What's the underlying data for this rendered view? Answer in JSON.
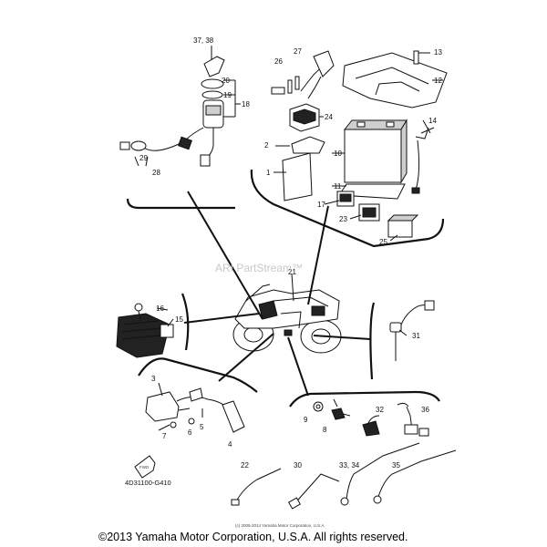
{
  "watermark": "ARI PartStream™",
  "part_code": "4D31100-G410",
  "fwd_label": "FWD",
  "small_copyright": "(c) 2005-2014 Yamaha Motor Corporation, U.S.A.",
  "copyright": "©2013 Yamaha Motor Corporation, U.S.A. All rights reserved.",
  "callouts": {
    "c1": "1",
    "c2": "2",
    "c3": "3",
    "c4": "4",
    "c5": "5",
    "c6": "6",
    "c7": "7",
    "c8": "8",
    "c9": "9",
    "c10": "10",
    "c11": "11",
    "c12": "12",
    "c13": "13",
    "c14": "14",
    "c15": "15",
    "c16": "16",
    "c17": "17",
    "c18": "18",
    "c19": "19",
    "c20": "20",
    "c21": "21",
    "c22": "22",
    "c23": "23",
    "c24": "24",
    "c25": "25",
    "c26": "26",
    "c27": "27",
    "c28": "28",
    "c29": "29",
    "c30": "30",
    "c31": "31",
    "c32": "32",
    "c33_34": "33, 34",
    "c35": "35",
    "c36": "36",
    "c37_38": "37, 38"
  }
}
